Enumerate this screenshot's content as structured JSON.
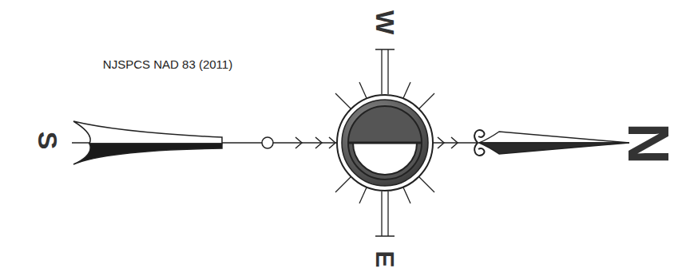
{
  "diagram": {
    "labels": [
      "NJSPCS NAD 83 (2011)",
      "W",
      "S",
      "E",
      "N"
    ]
  }
}
